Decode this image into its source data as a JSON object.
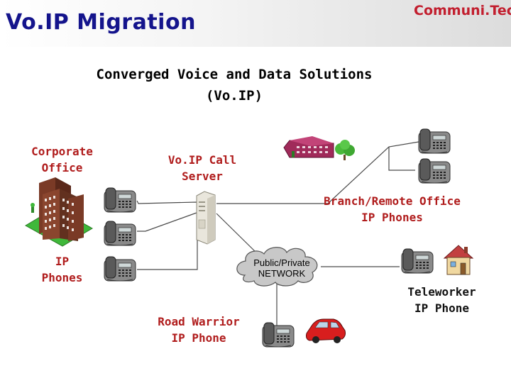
{
  "header": {
    "title": "Vo.IP Migration",
    "brand": "Communi.Tech"
  },
  "subtitle": {
    "line1": "Converged Voice and Data Solutions",
    "line2": "(Vo.IP)"
  },
  "labels": {
    "corporate_office": [
      "Corporate",
      "Office"
    ],
    "voip_server": [
      "Vo.IP Call",
      "Server"
    ],
    "branch_office": [
      "Branch/Remote Office",
      "IP Phones"
    ],
    "ip_phones": [
      "IP",
      "Phones"
    ],
    "network": [
      "Public/Private",
      "NETWORK"
    ],
    "teleworker": [
      "Teleworker",
      "IP Phone"
    ],
    "road_warrior": [
      "Road Warrior",
      "IP Phone"
    ]
  },
  "icons": [
    "office-building-icon",
    "server-icon",
    "ip-phone-icon",
    "cloud-icon",
    "branch-building-icon",
    "house-icon",
    "car-icon"
  ],
  "colors": {
    "title": "#14148c",
    "brand": "#c21e2e",
    "label_red": "#b01c1c"
  }
}
